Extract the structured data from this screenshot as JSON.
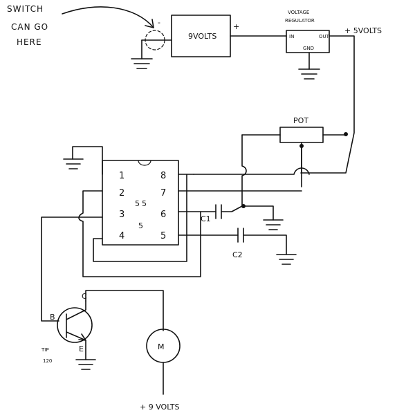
{
  "annotation": {
    "lines": [
      "SWITCH",
      "CAN GO",
      "HERE"
    ]
  },
  "battery": {
    "label": "9VOLTS",
    "minus": "-",
    "plus": "+"
  },
  "regulator": {
    "title_lines": [
      "VOLTAGE",
      "REGULATOR"
    ],
    "pin_in": "IN",
    "pin_out": "OUT",
    "pin_gnd": "GND",
    "output_label": "+ 5VOLTS"
  },
  "pot": {
    "label": "POT"
  },
  "ic": {
    "name_lines": [
      "5",
      "5",
      "5"
    ],
    "pins_left": [
      "1",
      "2",
      "3",
      "4"
    ],
    "pins_right": [
      "8",
      "7",
      "6",
      "5"
    ]
  },
  "capacitors": {
    "c1": "C1",
    "c2": "C2"
  },
  "transistor": {
    "b": "B",
    "c": "C",
    "e": "E",
    "part_lines": [
      "TIP",
      "120"
    ]
  },
  "motor": {
    "label": "M",
    "supply_label": "+ 9 VOLTS"
  }
}
